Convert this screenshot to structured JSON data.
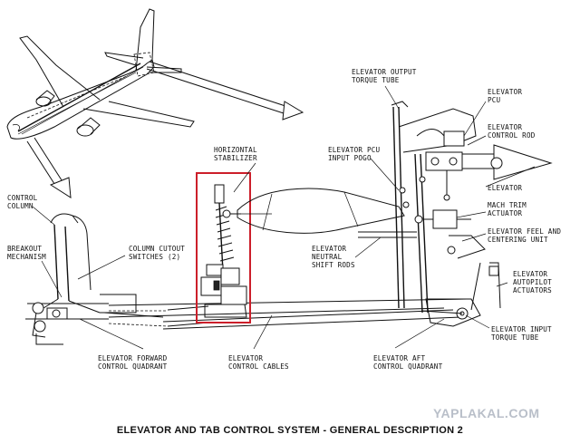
{
  "labels": {
    "output_torque_tube": [
      "ELEVATOR OUTPUT",
      "TORQUE TUBE"
    ],
    "pcu": [
      "ELEVATOR",
      "PCU"
    ],
    "control_rod": [
      "ELEVATOR",
      "CONTROL ROD"
    ],
    "horizontal_stabilizer": [
      "HORIZONTAL",
      "STABILIZER"
    ],
    "pcu_input_pogo": [
      "ELEVATOR PCU",
      "INPUT POGO"
    ],
    "elevator": [
      "ELEVATOR"
    ],
    "control_column": [
      "CONTROL",
      "COLUMN"
    ],
    "mach_trim_actuator": [
      "MACH TRIM",
      "ACTUATOR"
    ],
    "feel_centering_unit": [
      "ELEVATOR FEEL AND",
      "CENTERING UNIT"
    ],
    "breakout_mechanism": [
      "BREAKOUT",
      "MECHANISM"
    ],
    "column_cutout_switches": [
      "COLUMN CUTOUT",
      "SWITCHES (2)"
    ],
    "neutral_shift_rods": [
      "ELEVATOR",
      "NEUTRAL",
      "SHIFT RODS"
    ],
    "autopilot_actuators": [
      "ELEVATOR",
      "AUTOPILOT",
      "ACTUATORS"
    ],
    "input_torque_tube": [
      "ELEVATOR INPUT",
      "TORQUE TUBE"
    ],
    "forward_quadrant": [
      "ELEVATOR FORWARD",
      "CONTROL QUADRANT"
    ],
    "control_cables": [
      "ELEVATOR",
      "CONTROL CABLES"
    ],
    "aft_quadrant": [
      "ELEVATOR AFT",
      "CONTROL QUADRANT"
    ]
  },
  "caption": "ELEVATOR AND TAB CONTROL SYSTEM - GENERAL DESCRIPTION 2",
  "watermark": "YAPLAKAL.COM",
  "colors": {
    "highlight_box": "#cc1f2a",
    "watermark": "#b9bfc9",
    "ink": "#111111"
  }
}
